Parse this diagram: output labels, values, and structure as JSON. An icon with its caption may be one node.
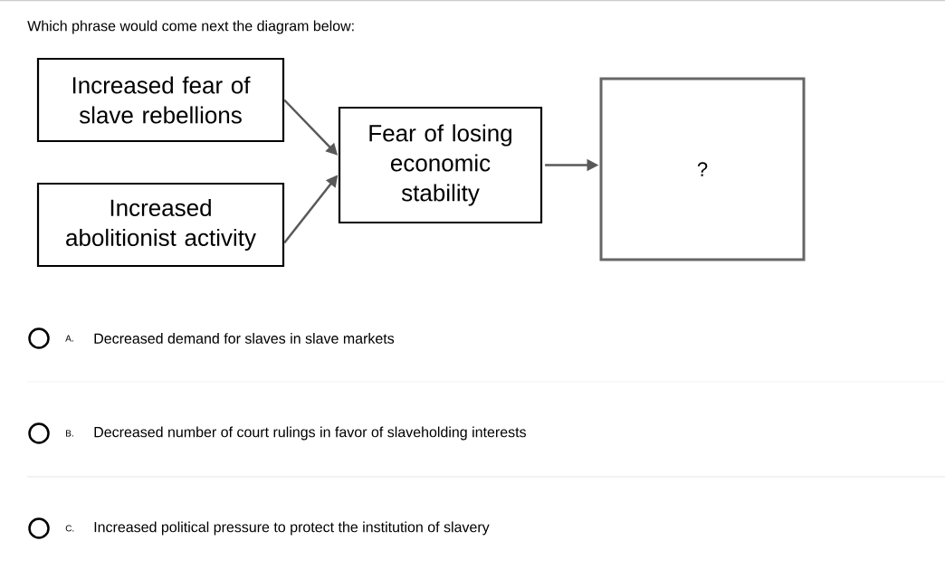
{
  "diagram": {
    "title": "Which phrase would come next the diagram below:",
    "nodes": [
      {
        "text": [
          "Increased fear of slave rebellions"
        ]
      },
      {
        "text": [
          "Increased abolitionist activity"
        ]
      },
      {
        "text": [
          "Fear of losing economic stability"
        ]
      },
      {
        "text": [
          "?"
        ]
      }
    ],
    "edges": [
      {
        "from": 0,
        "to": 2,
        "arrow": "to"
      },
      {
        "from": 1,
        "to": 2,
        "arrow": "to"
      },
      {
        "from": 2,
        "to": 3,
        "arrow": "to"
      }
    ],
    "labels": [
      "A.",
      "Decreased demand for slaves in slave markets",
      "B.",
      "Decreased number of court rulings in favor of slaveholding interests",
      "C.",
      "Increased political pressure to protect the institution of slavery"
    ]
  }
}
